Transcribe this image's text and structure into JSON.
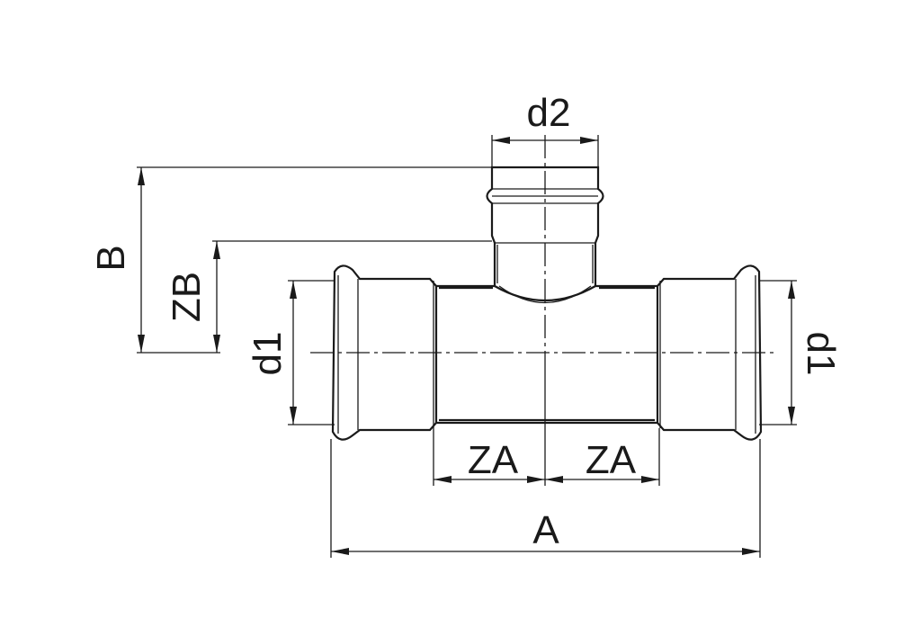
{
  "title": "Reducing tee dimension drawing",
  "labels": {
    "d2": "d2",
    "B": "B",
    "ZB": "ZB",
    "d1_left": "d1",
    "d1_right": "d1",
    "ZA_left": "ZA",
    "ZA_right": "ZA",
    "A": "A"
  },
  "colors": {
    "line": "#1a1a1a",
    "background": "#ffffff"
  }
}
